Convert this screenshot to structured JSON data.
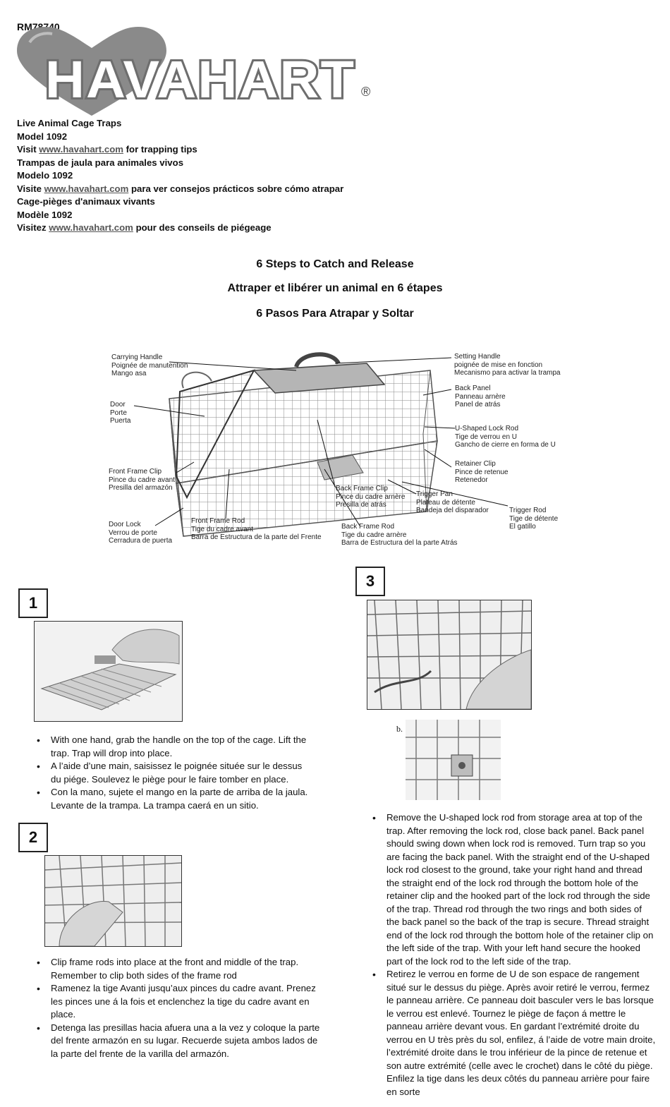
{
  "doc_id": "RM78740",
  "logo": {
    "text": "HAVAHART",
    "registered": "®"
  },
  "header": {
    "lines": [
      {
        "text": "Live Animal Cage Traps"
      },
      {
        "text": "Model 1092"
      },
      {
        "pre": "Visit ",
        "link": "www.havahart.com",
        "post": " for trapping tips"
      },
      {
        "text": "Trampas de jaula para animales vivos"
      },
      {
        "text": "Modelo 1092"
      },
      {
        "pre": "Visite ",
        "link": "www.havahart.com",
        "post": " para ver consejos prácticos sobre cómo atrapar"
      },
      {
        "text": "Cage-pièges d'animaux vivants"
      },
      {
        "text": "Modèle 1092"
      },
      {
        "pre": "Visitez ",
        "link": "www.havahart.com",
        "post": " pour des conseils de piégeage"
      }
    ]
  },
  "titles": {
    "en": "6 Steps to Catch and Release",
    "fr": "Attraper et libérer un animal en 6 étapes",
    "es": "6 Pasos Para Atrapar y Soltar"
  },
  "diagram": {
    "labels": [
      {
        "id": "carrying-handle",
        "lines": [
          "Carrying Handle",
          "Poignée de manutention",
          "Mango asa"
        ]
      },
      {
        "id": "door",
        "lines": [
          "Door",
          "Porte",
          "Puerta"
        ]
      },
      {
        "id": "front-frame-clip",
        "lines": [
          "Front Frame Clip",
          "Pince du cadre avant",
          "Presilla del armazón"
        ]
      },
      {
        "id": "door-lock",
        "lines": [
          "Door Lock",
          "Verrou de porte",
          "Cerradura de puerta"
        ]
      },
      {
        "id": "front-frame-rod",
        "lines": [
          "Front Frame Rod",
          "Tige du cadre avant",
          "Barra de Estructura de la parte del Frente"
        ]
      },
      {
        "id": "back-frame-clip",
        "lines": [
          "Back Frame Clip",
          "Pince du cadre arnère",
          "Presilla de atrás"
        ]
      },
      {
        "id": "back-frame-rod",
        "lines": [
          "Back Frame Rod",
          "Tige du cadre arnère",
          "Barra de Estructura del la parte Atrás"
        ]
      },
      {
        "id": "trigger-pan",
        "lines": [
          "Trigger Pan",
          "Plateau de détente",
          "Bandeja del disparador"
        ]
      },
      {
        "id": "trigger-rod",
        "lines": [
          "Trigger Rod",
          "Tige de détente",
          "El gatillo"
        ]
      },
      {
        "id": "retainer-clip",
        "lines": [
          "Retainer Clip",
          "Pince de retenue",
          "Retenedor"
        ]
      },
      {
        "id": "u-lock-rod",
        "lines": [
          "U-Shaped Lock Rod",
          "Tige de verrou en U",
          "Gancho de cierre en forma de U"
        ]
      },
      {
        "id": "back-panel",
        "lines": [
          "Back Panel",
          "Panneau arnère",
          "Panel de atrás"
        ]
      },
      {
        "id": "setting-handle",
        "lines": [
          "Setting Handle",
          "poignée  de mise en fonction",
          "Mecanismo para activar la trampa"
        ]
      }
    ]
  },
  "steps": {
    "s1": {
      "number": "1",
      "bullets": [
        "With one hand, grab the handle on the top of the cage. Lift the trap. Trap will drop into place.",
        "A l’aide d’une main, saisissez le poignée située sur le dessus du piége. Soulevez le piège pour le faire tomber en place.",
        "Con la mano, sujete el mango en la parte de arriba de la jaula. Levante de la trampa. La trampa caerá en un sitio."
      ]
    },
    "s2": {
      "number": "2",
      "bullets": [
        "Clip frame rods into place at the front and middle of the trap. Remember to clip both sides of the frame rod",
        "Ramenez la tige Avanti jusqu’aux pinces du cadre avant. Prenez les pinces une á la fois et enclenchez la tige du cadre avant en place.",
        "Detenga las presillas hacia afuera una a la vez y coloque la parte del frente armazón en su lugar. Recuerde sujeta ambos lados de la parte del frente de la varilla del armazón."
      ]
    },
    "s3": {
      "number": "3",
      "sub_label": "b.",
      "bullets": [
        "Remove the U-shaped lock rod from storage area at top of the trap. After removing the lock rod, close back panel. Back panel should swing down when lock rod is removed. Turn trap so you are facing the back panel. With the straight end of the U-shaped lock rod closest to the ground, take your right hand and thread the straight end of the lock rod through the bottom hole of the retainer clip and the hooked part of the lock rod through the side of the trap. Thread rod through the two rings and both sides of the back panel so the back of the trap is secure. Thread straight end of the lock rod through the bottom hole of the retainer clip on the left side of the trap. With your left hand secure the hooked part of the lock rod to the left side of the trap.",
        "Retirez le verrou en forme de U de son espace de rangement situé sur le dessus du piège. Après avoir retiré le verrou, fermez le panneau arrière. Ce panneau doit basculer vers le bas lorsque le verrou est enlevé. Tournez le piège de façon á mettre le panneau arrière devant vous. En gardant l’extrémité droite du verrou en U très près du sol, enfilez, á l’aide de votre main droite, l’extrémité droite dans le trou inférieur de la pince de retenue et son autre extrémité (celle avec le crochet) dans le côté du piège. Enfilez la tige dans les deux côtés du panneau arrière pour faire en sorte"
      ]
    }
  },
  "colors": {
    "text": "#111111",
    "link": "#555555",
    "heart": "#8a8a8a",
    "logo": "#6e6e6e"
  }
}
